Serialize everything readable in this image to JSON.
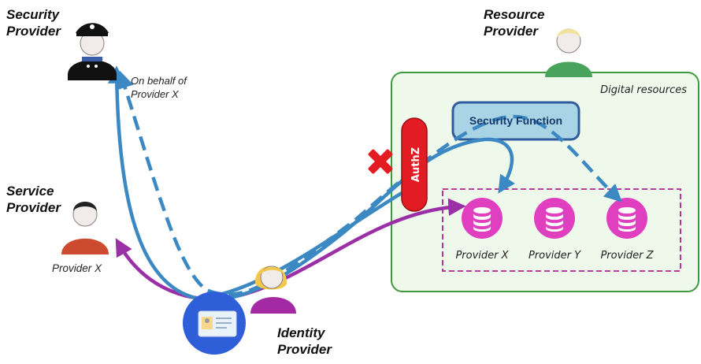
{
  "security_provider": {
    "title_line1": "Security",
    "title_line2": "Provider",
    "note_line1": "On behalf of",
    "note_line2": "Provider X"
  },
  "resource_provider": {
    "title_line1": "Resource",
    "title_line2": "Provider"
  },
  "service_provider": {
    "title_line1": "Service",
    "title_line2": "Provider",
    "label": "Provider X"
  },
  "identity_provider": {
    "title_line1": "Identity",
    "title_line2": "Provider"
  },
  "digital_resources": {
    "label": "Digital resources",
    "security_function": "Security Function",
    "authz": "AuthZ",
    "providers": [
      "Provider X",
      "Provider Y",
      "Provider Z"
    ]
  },
  "colors": {
    "blue_flow": "#3b88c3",
    "purple_flow": "#9b2fa6",
    "authz_red": "#e31b23",
    "resource_box_fill": "#eef9ec",
    "resource_box_stroke": "#3f9a3f",
    "database_magenta": "#e040c0",
    "security_function_fill": "#a8d4e6",
    "security_function_stroke": "#2f5c9c",
    "identity_circle": "#2f5fd8"
  },
  "icons": [
    "police-officer-icon",
    "person-icon",
    "woman-person-icon",
    "id-card-icon",
    "database-icon",
    "deny-cross-icon"
  ]
}
